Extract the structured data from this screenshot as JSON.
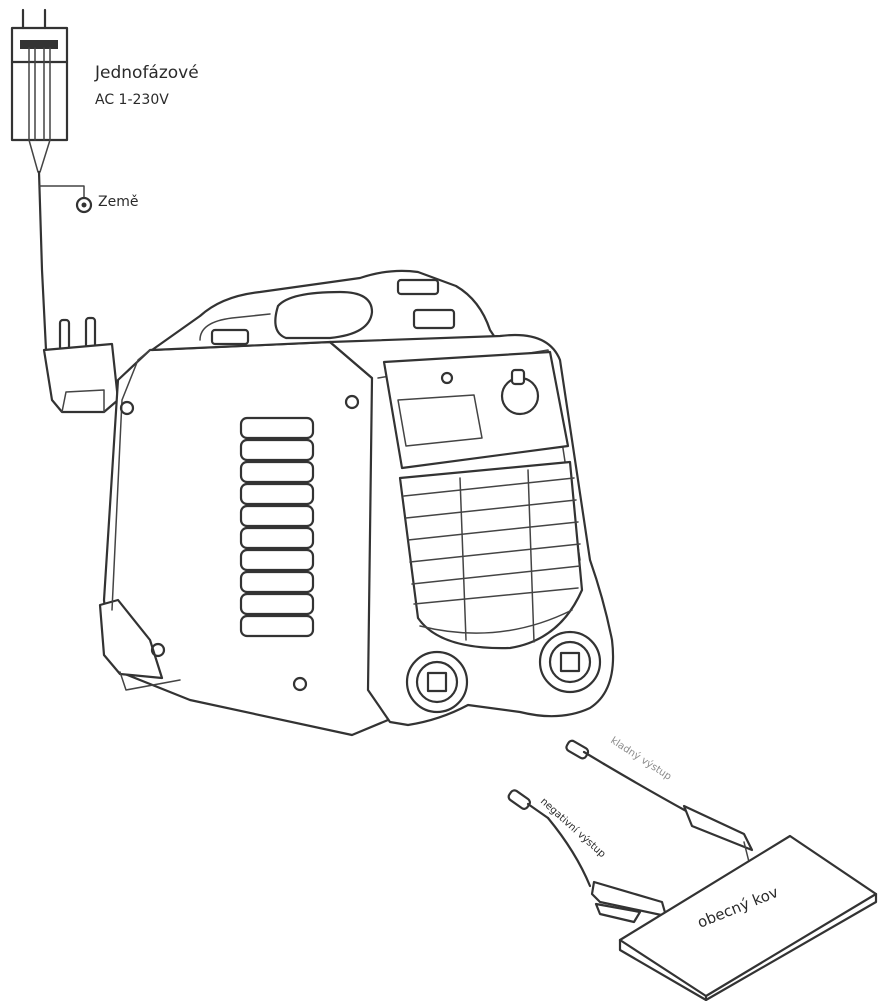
{
  "labels": {
    "power_type": "Jednofázové",
    "voltage": "AC 1-230V",
    "ground": "Země",
    "positive_output": "kladný výstup",
    "negative_output": "negativní výstup",
    "workpiece": "obecný kov"
  }
}
